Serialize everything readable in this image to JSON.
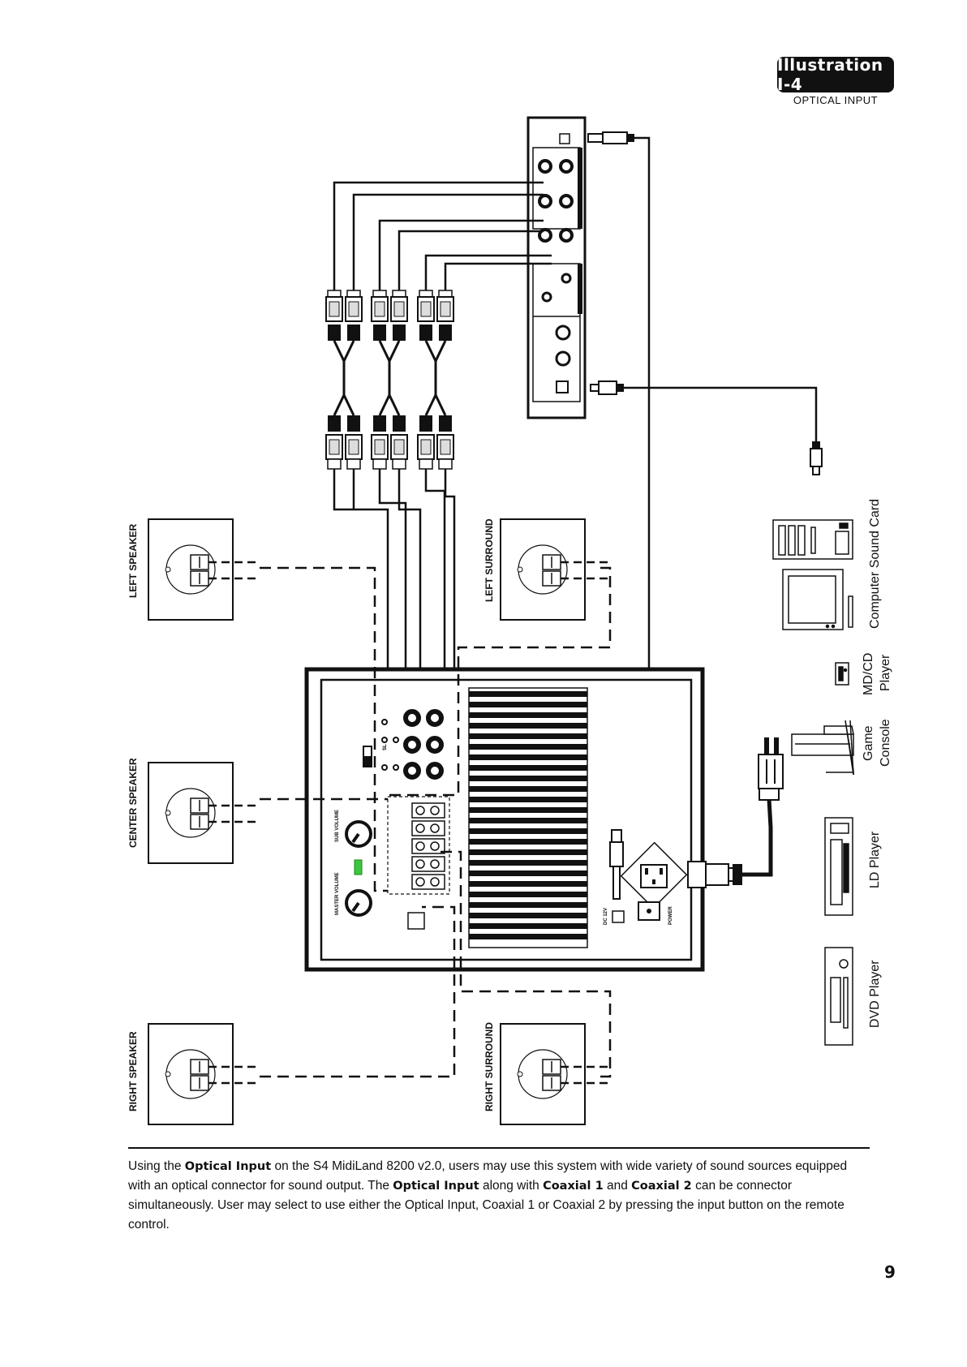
{
  "illustration": {
    "title": "Illustration I-4",
    "subtitle": "OPTICAL INPUT"
  },
  "speakers": {
    "left": "LEFT SPEAKER",
    "center": "CENTER SPEAKER",
    "right": "RIGHT SPEAKER",
    "left_surround": "LEFT SURROUND",
    "right_surround": "RIGHT SURROUND"
  },
  "sources": {
    "computer": "Computer Sound Card",
    "mdcd_line1": "MD/CD",
    "mdcd_line2": "Player",
    "game_line1": "Game",
    "game_line2": "Console",
    "ld": "LD Player",
    "dvd": "DVD Player"
  },
  "panel_labels": {
    "sub_volume": "SUB VOLUME",
    "master_volume": "MASTER VOLUME",
    "power": "POWER",
    "dc": "DC 12V"
  },
  "caption": {
    "p1": "Using the ",
    "optical1": "Optical Input",
    "p2": " on the S4 MidiLand 8200 v2.0, users may use this system with wide variety of sound sources equipped with an optical connector for sound output.   The ",
    "optical2": "Optical Input",
    "p3": " along with ",
    "coax1": "Coaxial 1",
    "p4": " and ",
    "coax2": "Coaxial 2",
    "p5": " can be connector simultaneously.   User may select to use either the Optical Input, Coaxial 1 or Coaxial 2 by pressing the input button on the remote control."
  },
  "page_number": "9"
}
